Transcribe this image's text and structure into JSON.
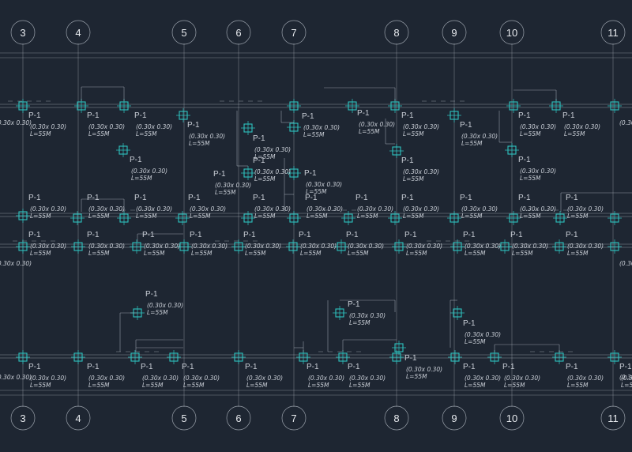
{
  "drawing": {
    "background": "#1e2632",
    "line_color": "#b9c0c9",
    "pile_color": "#2ec4c0",
    "text_color": "#c9ced6"
  },
  "axes": {
    "labels": [
      "3",
      "4",
      "5",
      "6",
      "7",
      "8",
      "9",
      "10",
      "11"
    ]
  },
  "pile_spec": {
    "label": "P-1",
    "size": "(0.30x 0.30)",
    "length": "L=55M"
  }
}
